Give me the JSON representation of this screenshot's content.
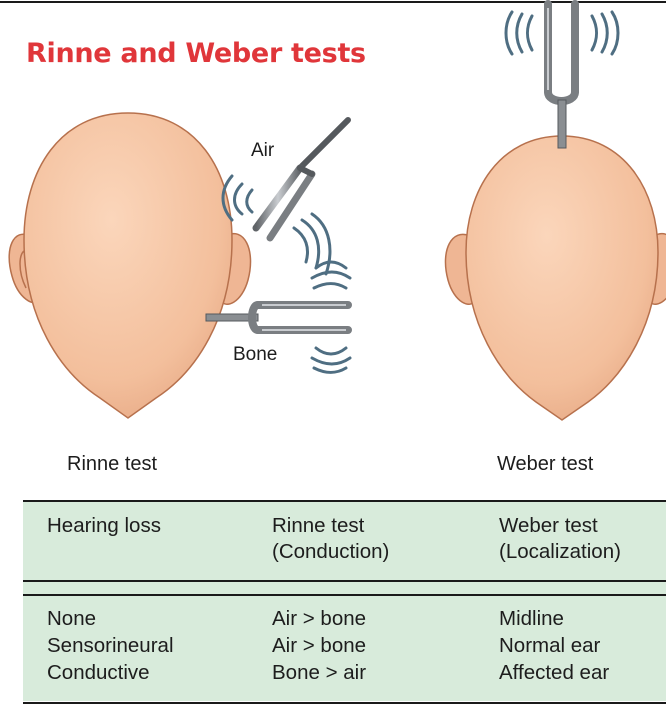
{
  "title": "Rinne and Weber tests",
  "labels": {
    "air": "Air",
    "bone": "Bone"
  },
  "captions": {
    "rinne": "Rinne test",
    "weber": "Weber test"
  },
  "table": {
    "headers": [
      [
        "Hearing loss"
      ],
      [
        "Rinne test",
        "(Conduction)"
      ],
      [
        "Weber test",
        "(Localization)"
      ]
    ],
    "rows": [
      [
        "None",
        "Air > bone",
        "Midline"
      ],
      [
        "Sensorineural",
        "Air > bone",
        "Normal ear"
      ],
      [
        "Conductive",
        "Bone > air",
        "Affected ear"
      ]
    ]
  },
  "colors": {
    "title": "#e0363a",
    "skin": "#f5c3a2",
    "skin_shadow": "#e3a27f",
    "fork": "#7a7e82",
    "waves": "#4f6e82",
    "table_bg": "#d8ebdb"
  },
  "icons": [
    "tuning-fork-icon",
    "sound-wave-icon",
    "head-illustration"
  ]
}
